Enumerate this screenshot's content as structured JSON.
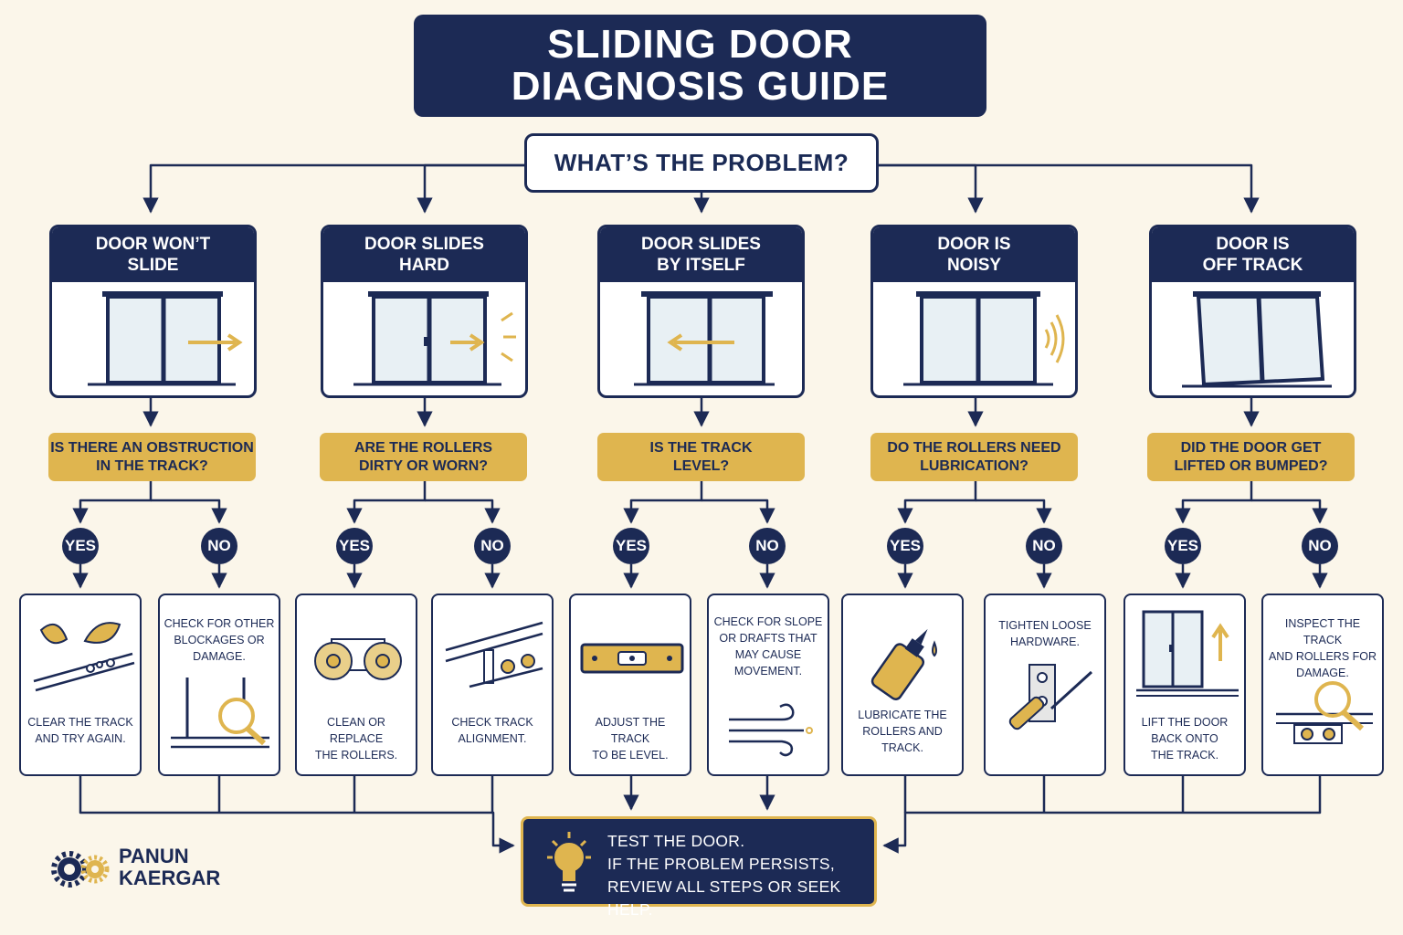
{
  "title": {
    "line1": "SLIDING DOOR",
    "line2": "DIAGNOSIS GUIDE"
  },
  "question": "WHAT’S THE PROBLEM?",
  "problems": [
    {
      "line1": "DOOR WON’T",
      "line2": "SLIDE",
      "icon": "sliding-door-arrow-right-icon"
    },
    {
      "line1": "DOOR SLIDES",
      "line2": "HARD",
      "icon": "sliding-door-strain-icon"
    },
    {
      "line1": "DOOR SLIDES",
      "line2": "BY ITSELF",
      "icon": "sliding-door-arrow-left-icon"
    },
    {
      "line1": "DOOR IS",
      "line2": "NOISY",
      "icon": "sliding-door-sound-waves-icon"
    },
    {
      "line1": "DOOR IS",
      "line2": "OFF TRACK",
      "icon": "sliding-door-tilted-icon"
    }
  ],
  "questions": [
    {
      "line1": "IS THERE AN OBSTRUCTION",
      "line2": "IN THE TRACK?"
    },
    {
      "line1": "ARE THE ROLLERS",
      "line2": "DIRTY OR WORN?"
    },
    {
      "line1": "IS THE TRACK",
      "line2": "LEVEL?"
    },
    {
      "line1": "DO THE ROLLERS NEED",
      "line2": "LUBRICATION?"
    },
    {
      "line1": "DID THE DOOR GET",
      "line2": "LIFTED OR BUMPED?"
    }
  ],
  "yes_label": "YES",
  "no_label": "NO",
  "actions": [
    {
      "lines": [
        "CLEAR THE TRACK",
        "AND TRY AGAIN."
      ],
      "icon": "leaves-debris-icon"
    },
    {
      "lines": [
        "CHECK FOR OTHER",
        "BLOCKAGES OR",
        "DAMAGE."
      ],
      "icon": "magnifier-door-icon"
    },
    {
      "lines": [
        "CLEAN OR REPLACE",
        "THE ROLLERS."
      ],
      "icon": "rollers-icon"
    },
    {
      "lines": [
        "CHECK TRACK",
        "ALIGNMENT."
      ],
      "icon": "track-rail-icon"
    },
    {
      "lines": [
        "ADJUST THE TRACK",
        "TO BE LEVEL."
      ],
      "icon": "spirit-level-icon"
    },
    {
      "lines": [
        "CHECK FOR SLOPE",
        "OR DRAFTS THAT",
        "MAY CAUSE",
        "MOVEMENT."
      ],
      "icon": "wind-icon"
    },
    {
      "lines": [
        "LUBRICATE THE",
        "ROLLERS AND",
        "TRACK."
      ],
      "icon": "oil-bottle-icon"
    },
    {
      "lines": [
        "TIGHTEN LOOSE",
        "HARDWARE."
      ],
      "icon": "screwdriver-plate-icon"
    },
    {
      "lines": [
        "LIFT THE DOOR",
        "BACK ONTO",
        "THE TRACK."
      ],
      "icon": "lift-door-icon"
    },
    {
      "lines": [
        "INSPECT THE TRACK",
        "AND ROLLERS FOR",
        "DAMAGE."
      ],
      "icon": "magnifier-rollers-icon"
    }
  ],
  "final": {
    "line1": "TEST THE DOOR.",
    "line2": "IF THE PROBLEM PERSISTS,",
    "line3": "REVIEW ALL STEPS OR SEEK HELP.",
    "icon": "lightbulb-icon"
  },
  "logo": {
    "line1": "PANUN",
    "line2": "KAERGAR",
    "icon": "gears-logo-icon"
  },
  "colors": {
    "navy": "#1c2a55",
    "gold": "#dfb54f",
    "background": "#fbf6ea",
    "white": "#ffffff"
  }
}
